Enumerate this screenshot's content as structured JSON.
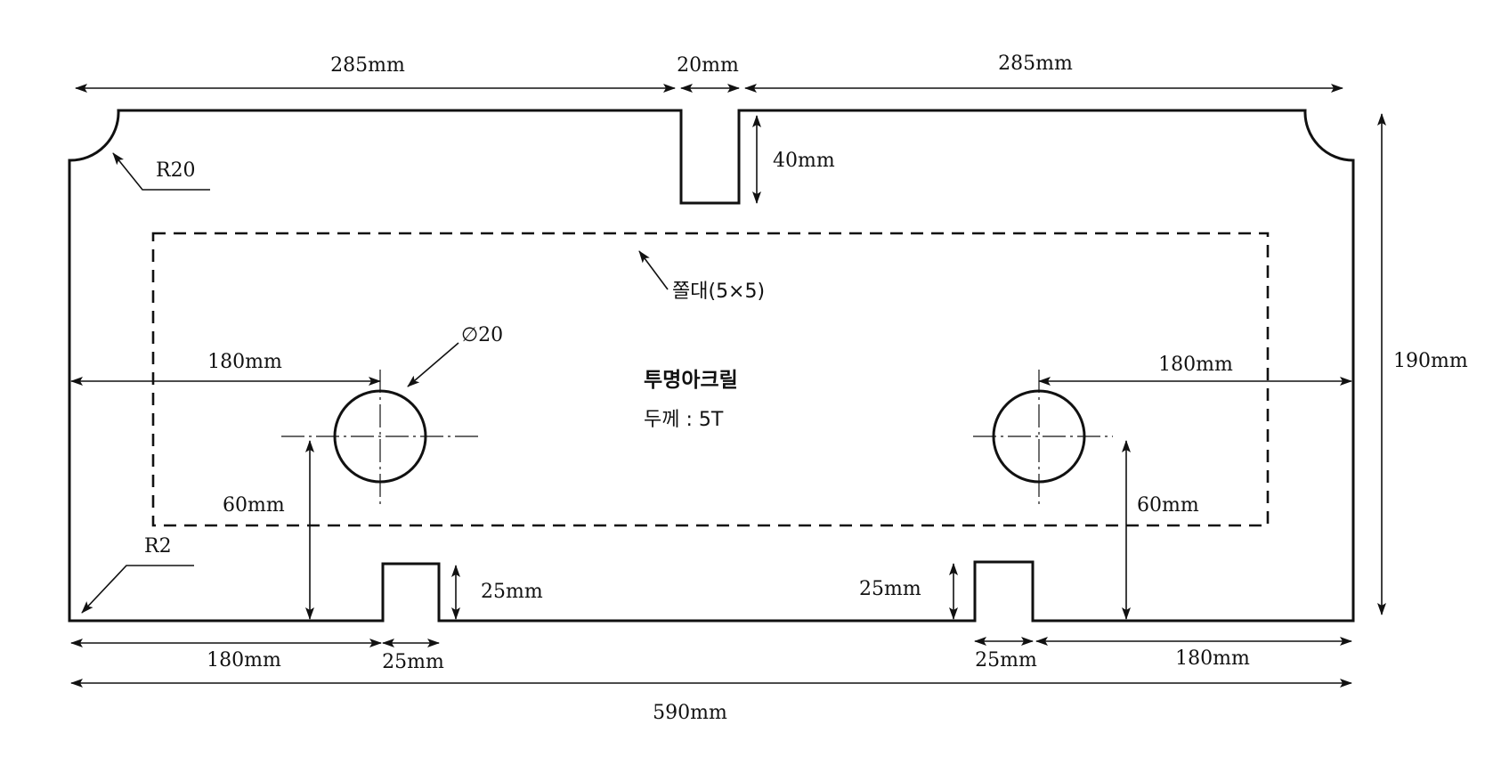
{
  "labels": {
    "top_left_width": "285mm",
    "top_slot_width": "20mm",
    "top_right_width": "285mm",
    "top_slot_depth": "40mm",
    "corner_radius_large": "R20",
    "corner_radius_small": "R2",
    "groove": "쫄대(5×5)",
    "hole_diameter": "∅20",
    "left_hole_offset": "180mm",
    "right_hole_offset": "180mm",
    "material": "투명아크릴",
    "thickness": "두께 : 5T",
    "left_hole_height": "60mm",
    "right_hole_height": "60mm",
    "total_height": "190mm",
    "bottom_left_slot_depth": "25mm",
    "bottom_right_slot_depth": "25mm",
    "bottom_left_offset": "180mm",
    "bottom_left_slot_width": "25mm",
    "bottom_right_slot_width": "25mm",
    "bottom_right_offset": "180mm",
    "total_width": "590mm"
  }
}
